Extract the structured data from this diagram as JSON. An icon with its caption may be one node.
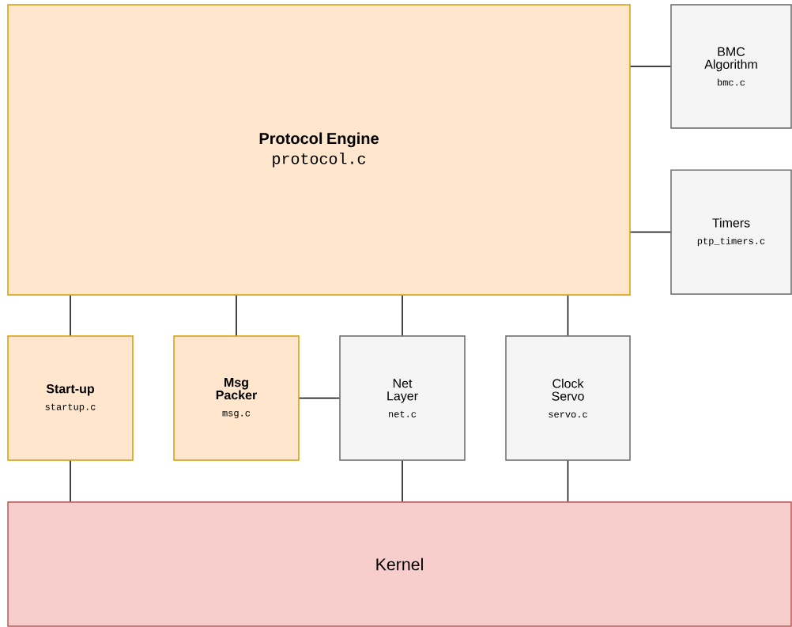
{
  "diagram": {
    "nodes": [
      {
        "text": [
          "Protocol Engine",
          "protocol.c"
        ]
      },
      {
        "text": [
          "BMC Algorithm",
          "bmc.c"
        ]
      },
      {
        "text": [
          "Timers",
          "ptp_timers.c"
        ]
      },
      {
        "text": [
          "Start-up",
          "startup.c"
        ]
      },
      {
        "text": [
          "Msg Packer",
          "msg.c"
        ]
      },
      {
        "text": [
          "Net Layer",
          "net.c"
        ]
      },
      {
        "text": [
          "Clock Servo",
          "servo.c"
        ]
      },
      {
        "text": [
          "Kernel"
        ]
      }
    ],
    "edges": [
      {
        "from": 0,
        "to": 1,
        "arrow": "none"
      },
      {
        "from": 0,
        "to": 2,
        "arrow": "none"
      },
      {
        "from": 0,
        "to": 3,
        "arrow": "none"
      },
      {
        "from": 0,
        "to": 4,
        "arrow": "none"
      },
      {
        "from": 0,
        "to": 5,
        "arrow": "none"
      },
      {
        "from": 0,
        "to": 6,
        "arrow": "none"
      },
      {
        "from": 4,
        "to": 5,
        "arrow": "none"
      },
      {
        "from": 3,
        "to": 7,
        "arrow": "none"
      },
      {
        "from": 5,
        "to": 7,
        "arrow": "none"
      },
      {
        "from": 6,
        "to": 7,
        "arrow": "none"
      }
    ]
  }
}
